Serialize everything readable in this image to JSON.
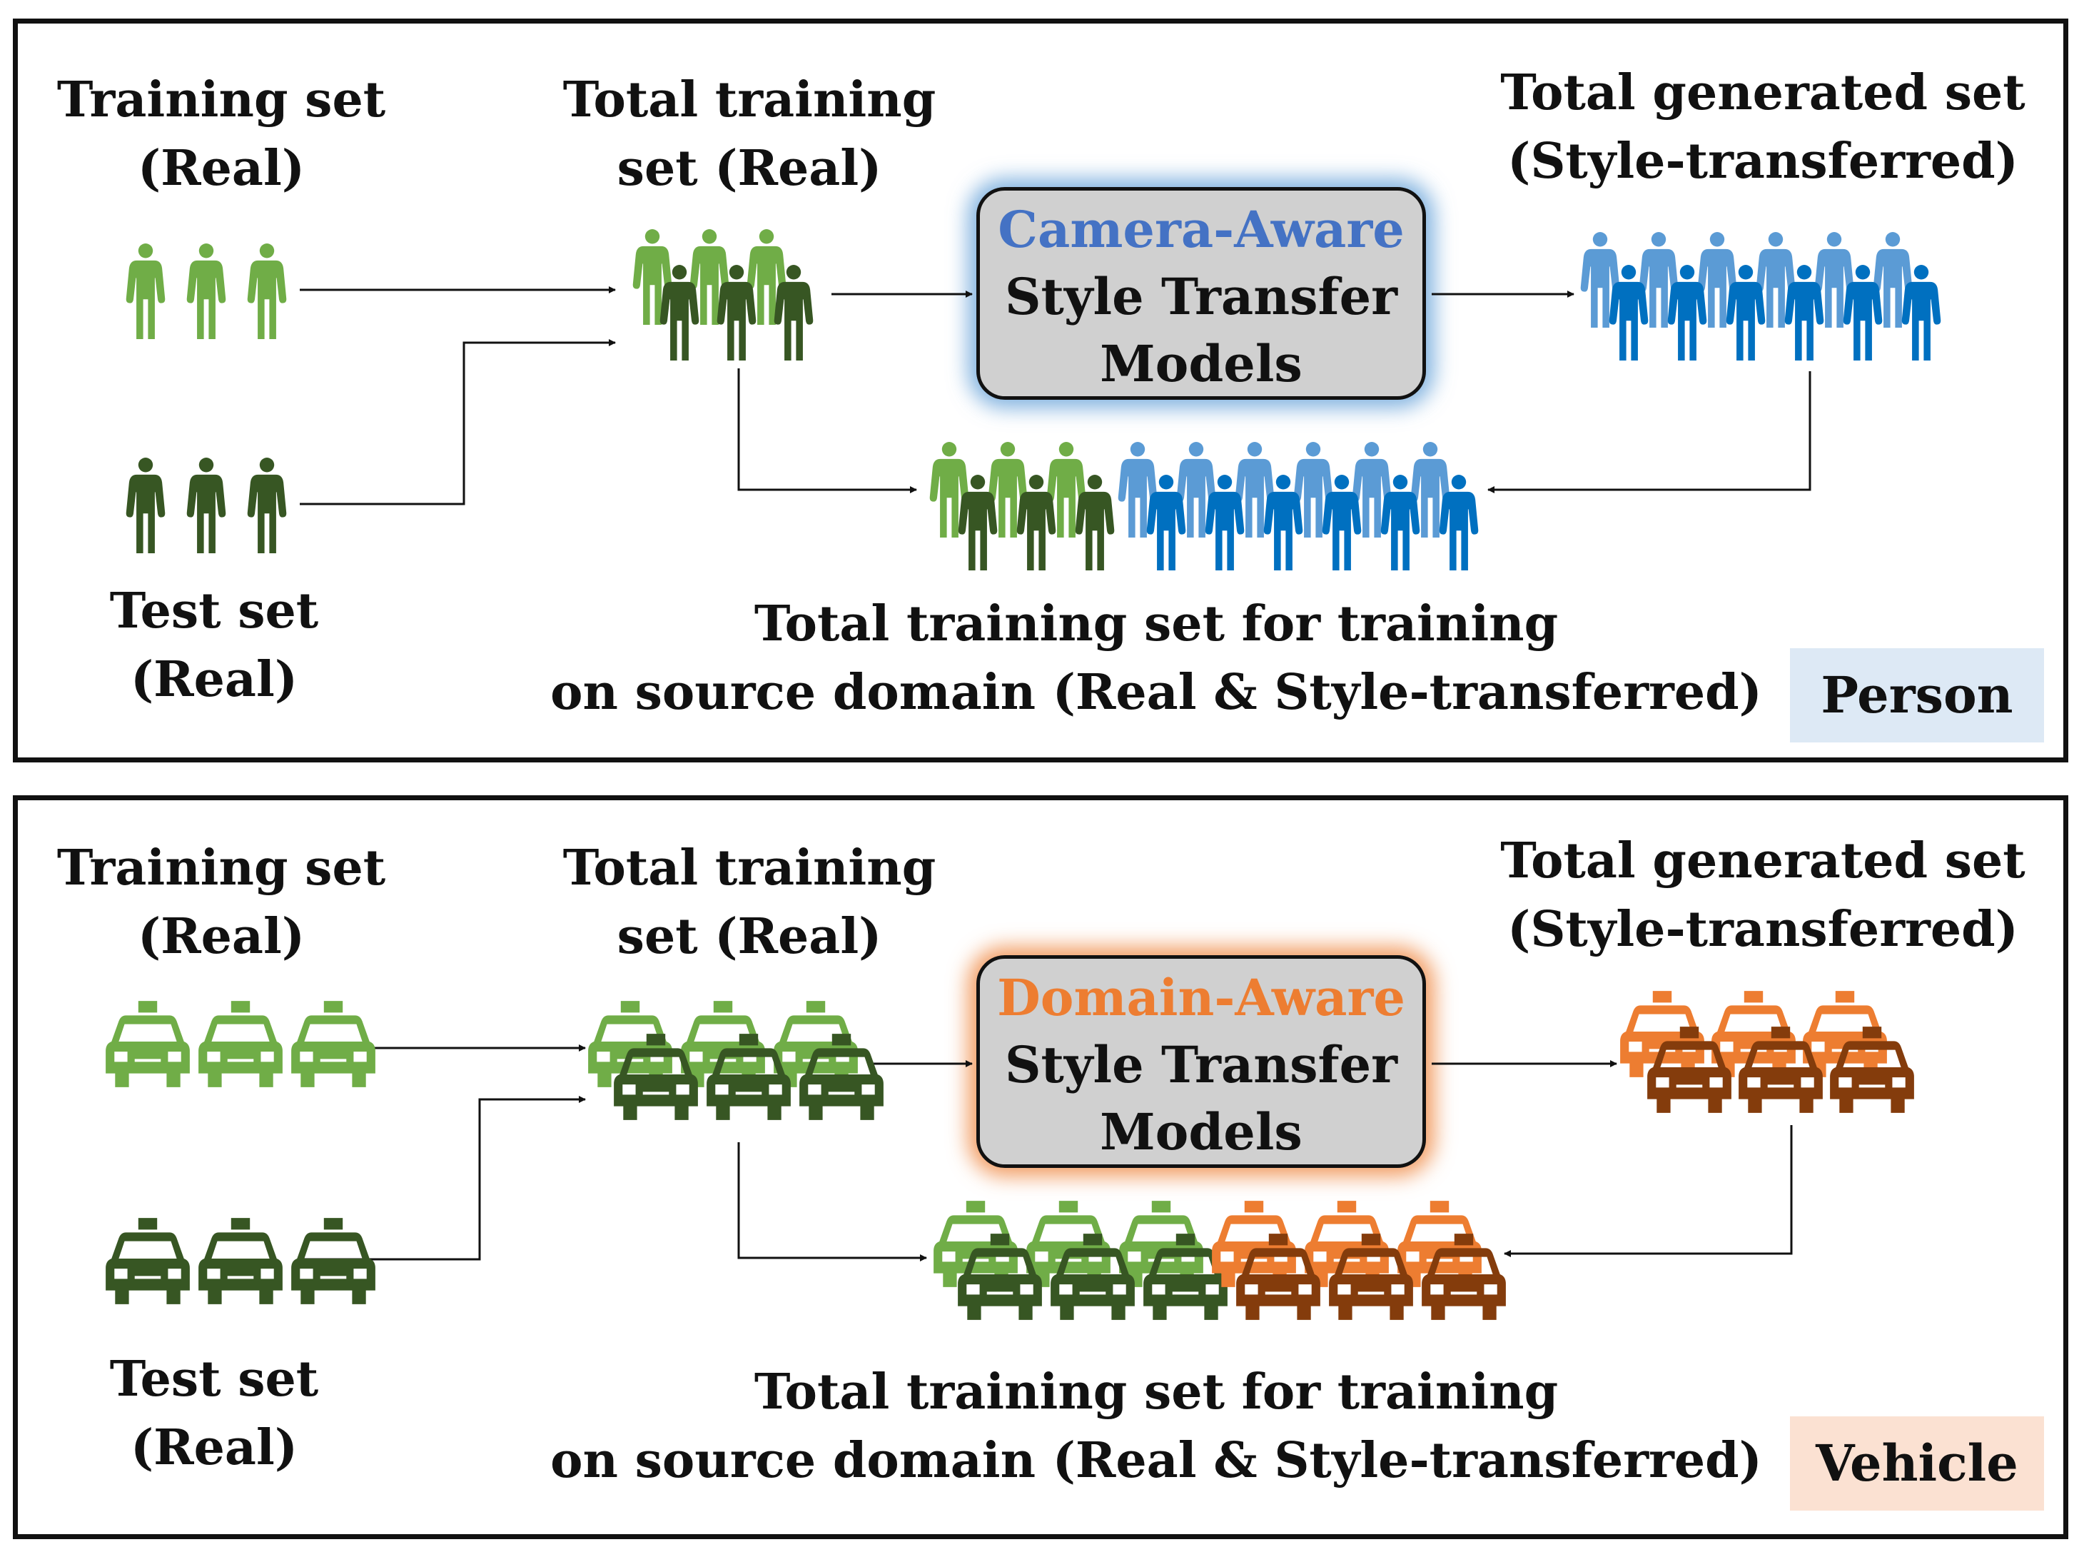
{
  "colors": {
    "real_light": "#70ad47",
    "real_dark": "#375623",
    "person_gen_light": "#5b9bd5",
    "person_gen_dark": "#0070c0",
    "vehicle_gen_light": "#ed7d31",
    "vehicle_gen_dark": "#843c0c",
    "camera_glow": "#5b9bd5",
    "domain_glow": "#ed7d31",
    "person_tag_bg": "#dde9f5",
    "vehicle_tag_bg": "#fbe1d2"
  },
  "panels": [
    {
      "kind": "person",
      "icon": "person-icon",
      "training_set": [
        "Training set",
        "(Real)"
      ],
      "test_set": [
        "Test set",
        "(Real)"
      ],
      "total_training": [
        "Total training",
        "set (Real)"
      ],
      "model": {
        "highlight": "Camera-Aware",
        "line2": "Style Transfer",
        "line3": "Models",
        "highlight_color": "#4472c4"
      },
      "generated": [
        "Total generated set",
        "(Style-transferred)"
      ],
      "final": [
        "Total training set for training",
        "on source domain (Real & Style-transferred)"
      ],
      "tag": "Person"
    },
    {
      "kind": "vehicle",
      "icon": "taxi-icon",
      "training_set": [
        "Training set",
        "(Real)"
      ],
      "test_set": [
        "Test set",
        "(Real)"
      ],
      "total_training": [
        "Total training",
        "set (Real)"
      ],
      "model": {
        "highlight": "Domain-Aware",
        "line2": "Style Transfer",
        "line3": "Models",
        "highlight_color": "#ed7d31"
      },
      "generated": [
        "Total generated set",
        "(Style-transferred)"
      ],
      "final": [
        "Total training set for training",
        "on source domain (Real & Style-transferred)"
      ],
      "tag": "Vehicle"
    }
  ]
}
